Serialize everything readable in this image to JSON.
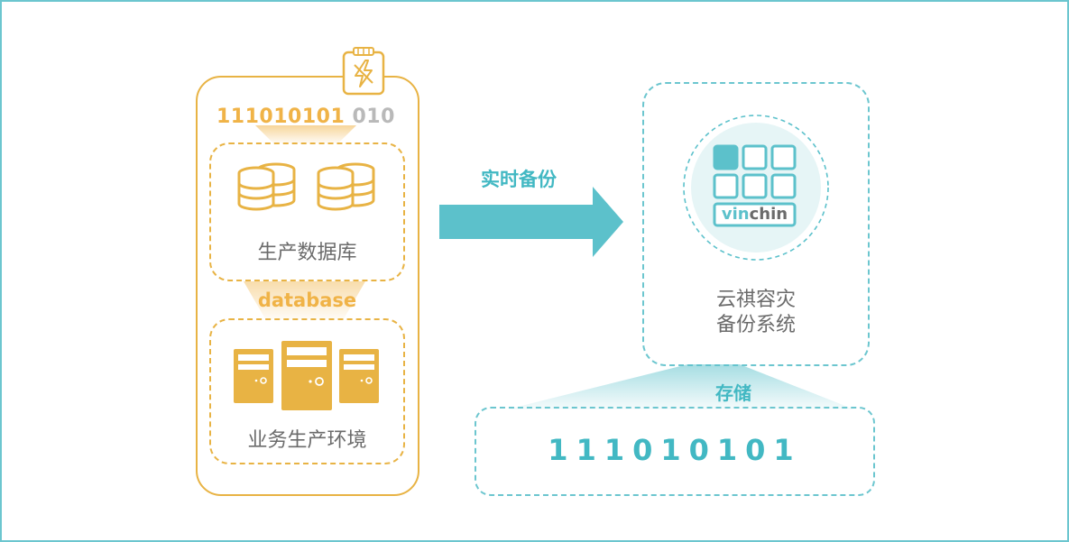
{
  "source_card": {
    "binary_highlight": "111010101",
    "binary_dim": "010",
    "production_db_label": "生产数据库",
    "db_word": "database",
    "business_env_label": "业务生产环境"
  },
  "arrow": {
    "label": "实时备份"
  },
  "target_card": {
    "logo_text_a": "vin",
    "logo_text_b": "chin",
    "system_line1": "云祺容灾",
    "system_line2": "备份系统"
  },
  "storage": {
    "label": "存储",
    "binary": "111010101"
  },
  "colors": {
    "orange": "#e8b344",
    "teal": "#5cc1cb",
    "gray": "#6b6b6b"
  },
  "icons": [
    "battery-bolt-icon",
    "database-stack-icon",
    "server-tower-icon",
    "vinchin-logo-icon"
  ]
}
